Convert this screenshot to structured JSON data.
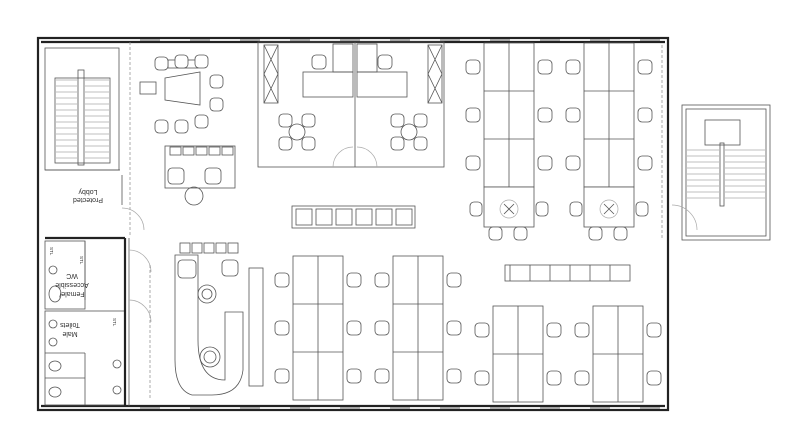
{
  "plan": {
    "rooms": {
      "lobby_line1": "Protected",
      "lobby_line2": "Lobby",
      "wc_line1": "Female/",
      "wc_line2": "Accessible",
      "wc_line3": "WC",
      "male_line1": "Male",
      "male_line2": "Toilets"
    },
    "tags": {
      "stl_1": "STL",
      "stl_2": "STL",
      "stl_3": "STL"
    }
  }
}
